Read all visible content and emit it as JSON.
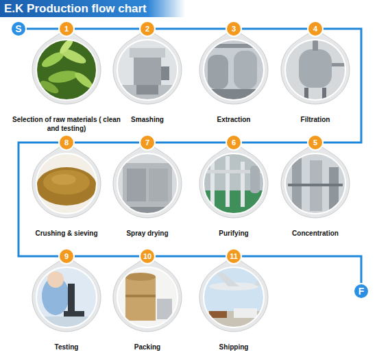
{
  "diagram": {
    "title": "E.K Production flow chart",
    "nodes": [
      {
        "text": [
          "S"
        ]
      },
      {
        "text": [
          "1",
          "Selection of raw materials ( clean and testing)"
        ]
      },
      {
        "text": [
          "2",
          "Smashing"
        ]
      },
      {
        "text": [
          "3",
          "Extraction"
        ]
      },
      {
        "text": [
          "4",
          "Filtration"
        ]
      },
      {
        "text": [
          "5",
          "Concentration"
        ]
      },
      {
        "text": [
          "6",
          "Purifying"
        ]
      },
      {
        "text": [
          "7",
          "Spray drying"
        ]
      },
      {
        "text": [
          "8",
          "Crushing & sieving"
        ]
      },
      {
        "text": [
          "9",
          "Testing"
        ]
      },
      {
        "text": [
          "10",
          "Packing"
        ]
      },
      {
        "text": [
          "11",
          "Shipping"
        ]
      },
      {
        "text": [
          "F"
        ]
      }
    ],
    "edges": [
      {
        "from": 0,
        "to": 1,
        "arrow": "none"
      },
      {
        "from": 1,
        "to": 2,
        "arrow": "none"
      },
      {
        "from": 2,
        "to": 3,
        "arrow": "none"
      },
      {
        "from": 3,
        "to": 4,
        "arrow": "none"
      },
      {
        "from": 4,
        "to": 5,
        "arrow": "none"
      },
      {
        "from": 5,
        "to": 6,
        "arrow": "none"
      },
      {
        "from": 6,
        "to": 7,
        "arrow": "none"
      },
      {
        "from": 7,
        "to": 8,
        "arrow": "none"
      },
      {
        "from": 8,
        "to": 9,
        "arrow": "none"
      },
      {
        "from": 9,
        "to": 10,
        "arrow": "none"
      },
      {
        "from": 10,
        "to": 11,
        "arrow": "none"
      },
      {
        "from": 11,
        "to": 12,
        "arrow": "none"
      }
    ]
  }
}
